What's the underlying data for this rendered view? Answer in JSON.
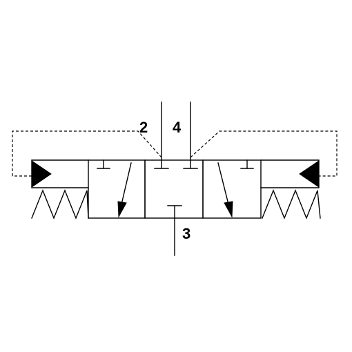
{
  "diagram": {
    "ports": {
      "left_work": "2",
      "right_work": "4",
      "exhaust": "3"
    },
    "colors": {
      "line": "#000000",
      "background": "#ffffff"
    },
    "icons": {
      "actuator_left": "pilot-triangle-right",
      "actuator_right": "pilot-triangle-left",
      "spring_left": "spring-zigzag",
      "spring_right": "spring-zigzag"
    }
  }
}
